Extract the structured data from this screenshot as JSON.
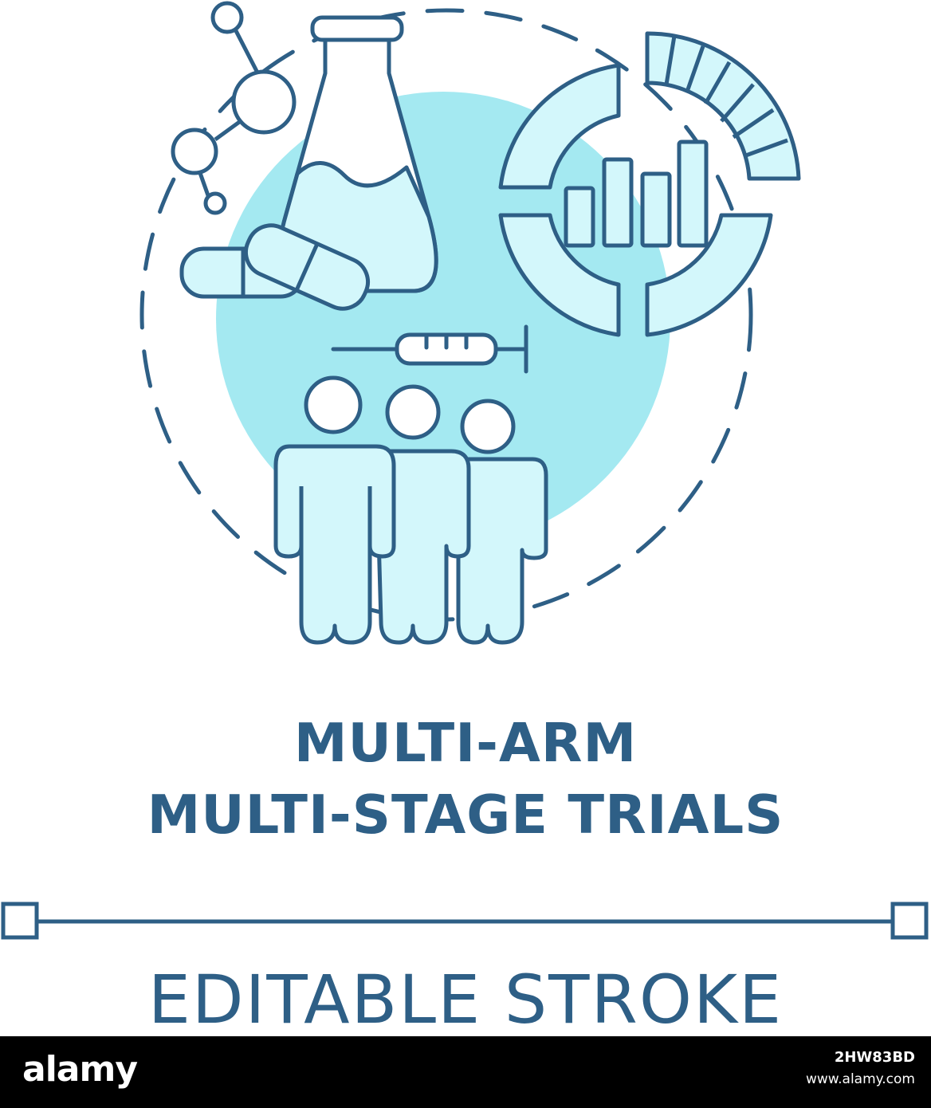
{
  "caption": {
    "line1": "MULTI-ARM",
    "line2": "MULTI-STAGE TRIALS"
  },
  "editable_label": "EDITABLE STROKE",
  "footer": {
    "brand": "alamy",
    "image_id": "2HW83BD",
    "url": "www.alamy.com"
  },
  "colors": {
    "stroke": "#2e5f86",
    "fill_light": "#d3f7fb",
    "blob": "#a4e9f1",
    "background": "#ffffff",
    "footer": "#000000"
  },
  "icons": [
    "molecule-icon",
    "flask-icon",
    "pills-icon",
    "donut-chart-icon",
    "bar-chart-icon",
    "syringe-icon",
    "people-group-icon"
  ]
}
